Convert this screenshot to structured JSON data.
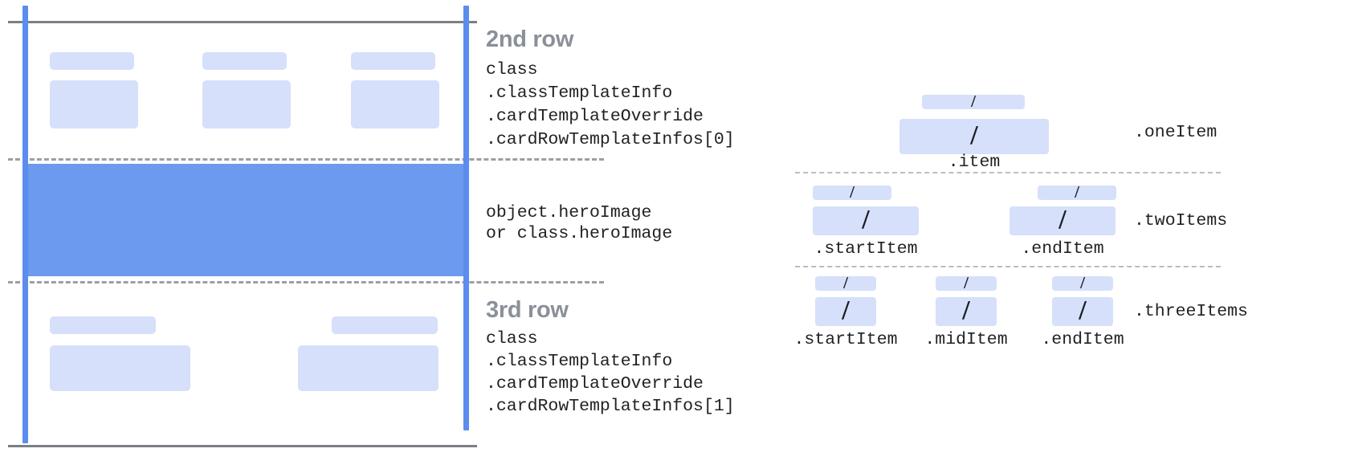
{
  "card_diagram": {
    "name": "card-template-diagram",
    "colors": {
      "guide_blue": "#5b8def",
      "hero_blue": "#6b9aee",
      "placeholder_blue": "#d6e0fa",
      "rule_gray": "#7b7f85",
      "dashed_gray": "#9b9fa5",
      "heading_gray": "#8a9099",
      "code_black": "#1f2124"
    },
    "sections": [
      {
        "id": "second-row",
        "title": "2nd row",
        "code_lines": [
          "class",
          ".classTemplateInfo",
          ".cardTemplateOverride",
          ".cardRowTemplateInfos[0]"
        ]
      },
      {
        "id": "hero-image",
        "title": "",
        "code_lines": [
          "object.heroImage",
          "or class.heroImage"
        ]
      },
      {
        "id": "third-row",
        "title": "3rd row",
        "code_lines": [
          "class",
          ".classTemplateInfo",
          ".cardTemplateOverride",
          ".cardRowTemplateInfos[1]"
        ]
      }
    ]
  },
  "item_diagram": {
    "name": "item-layout-diagram",
    "groups": [
      {
        "id": "one-item",
        "label": ".oneItem",
        "items": [
          {
            "caption": ".item",
            "glyph": "/"
          }
        ]
      },
      {
        "id": "two-items",
        "label": ".twoItems",
        "items": [
          {
            "caption": ".startItem",
            "glyph": "/"
          },
          {
            "caption": ".endItem",
            "glyph": "/"
          }
        ]
      },
      {
        "id": "three-items",
        "label": ".threeItems",
        "items": [
          {
            "caption": ".startItem",
            "glyph": "/"
          },
          {
            "caption": ".midItem",
            "glyph": "/"
          },
          {
            "caption": ".endItem",
            "glyph": "/"
          }
        ]
      }
    ]
  }
}
